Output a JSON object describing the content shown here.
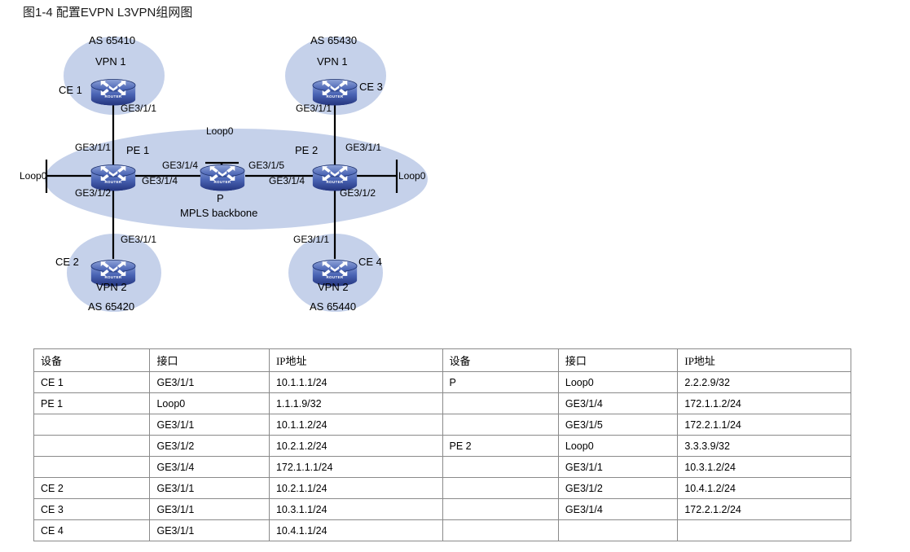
{
  "figure": {
    "title": "图1-4 配置EVPN L3VPN组网图"
  },
  "colors": {
    "cloud_fill": "#c5d1ea",
    "router_body_top": "#6c86c8",
    "router_body_bottom": "#2c4a9a",
    "router_outline": "#1b2f6b",
    "link_line": "#000000",
    "table_border": "#8a8a8a"
  },
  "diagram": {
    "clouds": [
      {
        "name": "cloud-ce1",
        "as": "AS 65410",
        "vpn": "VPN 1"
      },
      {
        "name": "cloud-ce3",
        "as": "AS 65430",
        "vpn": "VPN 1"
      },
      {
        "name": "cloud-ce2",
        "as": "AS 65420",
        "vpn": "VPN 2"
      },
      {
        "name": "cloud-ce4",
        "as": "AS 65440",
        "vpn": "VPN 2"
      },
      {
        "name": "cloud-backbone",
        "label": "MPLS backbone"
      }
    ],
    "devices": {
      "ce1": "CE 1",
      "ce2": "CE 2",
      "ce3": "CE 3",
      "ce4": "CE 4",
      "pe1": "PE 1",
      "pe2": "PE 2",
      "p": "P"
    },
    "interfaces": {
      "ce1_down": "GE3/1/1",
      "ce3_down": "GE3/1/1",
      "ce2_up": "GE3/1/1",
      "ce4_up": "GE3/1/1",
      "pe1_up": "GE3/1/1",
      "pe1_down": "GE3/1/2",
      "pe1_right": "GE3/1/4",
      "pe2_up": "GE3/1/1",
      "pe2_down": "GE3/1/2",
      "pe2_left": "GE3/1/4",
      "p_left": "GE3/1/4",
      "p_right": "GE3/1/5"
    },
    "loopbacks": {
      "pe1": "Loop0",
      "p": "Loop0",
      "pe2": "Loop0"
    },
    "router_badge": "ROUTER"
  },
  "table": {
    "headers_left": [
      "设备",
      "接口",
      "IP地址"
    ],
    "headers_right": [
      "设备",
      "接口",
      "IP地址"
    ],
    "rows": [
      {
        "l_dev": "CE 1",
        "l_if": "GE3/1/1",
        "l_ip": "10.1.1.1/24",
        "r_dev": "P",
        "r_if": "Loop0",
        "r_ip": "2.2.2.9/32"
      },
      {
        "l_dev": "PE 1",
        "l_if": "Loop0",
        "l_ip": "1.1.1.9/32",
        "r_dev": "",
        "r_if": "GE3/1/4",
        "r_ip": "172.1.1.2/24"
      },
      {
        "l_dev": "",
        "l_if": "GE3/1/1",
        "l_ip": "10.1.1.2/24",
        "r_dev": "",
        "r_if": "GE3/1/5",
        "r_ip": "172.2.1.1/24"
      },
      {
        "l_dev": "",
        "l_if": "GE3/1/2",
        "l_ip": "10.2.1.2/24",
        "r_dev": "PE 2",
        "r_if": "Loop0",
        "r_ip": "3.3.3.9/32"
      },
      {
        "l_dev": "",
        "l_if": "GE3/1/4",
        "l_ip": "172.1.1.1/24",
        "r_dev": "",
        "r_if": "GE3/1/1",
        "r_ip": "10.3.1.2/24"
      },
      {
        "l_dev": "CE 2",
        "l_if": "GE3/1/1",
        "l_ip": "10.2.1.1/24",
        "r_dev": "",
        "r_if": "GE3/1/2",
        "r_ip": "10.4.1.2/24"
      },
      {
        "l_dev": "CE 3",
        "l_if": "GE3/1/1",
        "l_ip": "10.3.1.1/24",
        "r_dev": "",
        "r_if": "GE3/1/4",
        "r_ip": "172.2.1.2/24"
      },
      {
        "l_dev": "CE 4",
        "l_if": "GE3/1/1",
        "l_ip": "10.4.1.1/24",
        "r_dev": "",
        "r_if": "",
        "r_ip": ""
      }
    ]
  }
}
